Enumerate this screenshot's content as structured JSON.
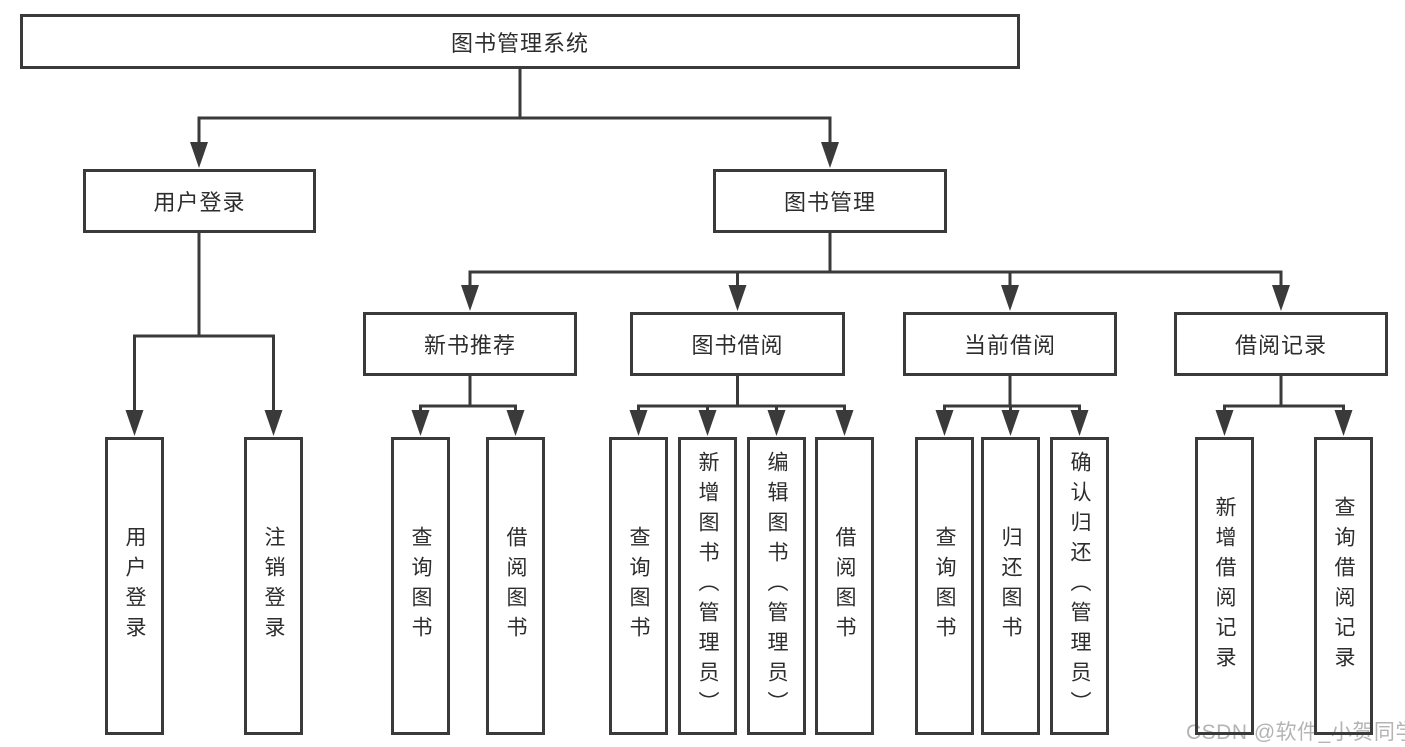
{
  "diagram": {
    "title": "图书管理系统",
    "type": "hierarchy-tree",
    "nodes": {
      "root": {
        "label": "图书管理系统"
      },
      "user_login": {
        "label": "用户登录"
      },
      "book_management": {
        "label": "图书管理"
      },
      "new_book_recommendation": {
        "label": "新书推荐"
      },
      "book_borrowing": {
        "label": "图书借阅"
      },
      "current_borrowing": {
        "label": "当前借阅"
      },
      "borrowing_records": {
        "label": "借阅记录"
      },
      "user_login_children": [
        {
          "label": "用户登录"
        },
        {
          "label": "注销登录"
        }
      ],
      "new_book_recommendation_children": [
        {
          "label": "查询图书"
        },
        {
          "label": "借阅图书"
        }
      ],
      "book_borrowing_children": [
        {
          "label": "查询图书"
        },
        {
          "label": "新增图书（管理员）"
        },
        {
          "label": "编辑图书（管理员）"
        },
        {
          "label": "借阅图书"
        }
      ],
      "current_borrowing_children": [
        {
          "label": "查询图书"
        },
        {
          "label": "归还图书"
        },
        {
          "label": "确认归还（管理员）"
        }
      ],
      "borrowing_records_children": [
        {
          "label": "新增借阅记录"
        },
        {
          "label": "查询借阅记录"
        }
      ]
    },
    "colors": {
      "line": "#3a3a3a",
      "box_border": "#3a3a3a",
      "text": "#2d2d2d",
      "background": "#ffffff",
      "watermark": "#b4b4b4"
    }
  },
  "watermark": {
    "text": "CSDN @软件_小贺同学"
  }
}
